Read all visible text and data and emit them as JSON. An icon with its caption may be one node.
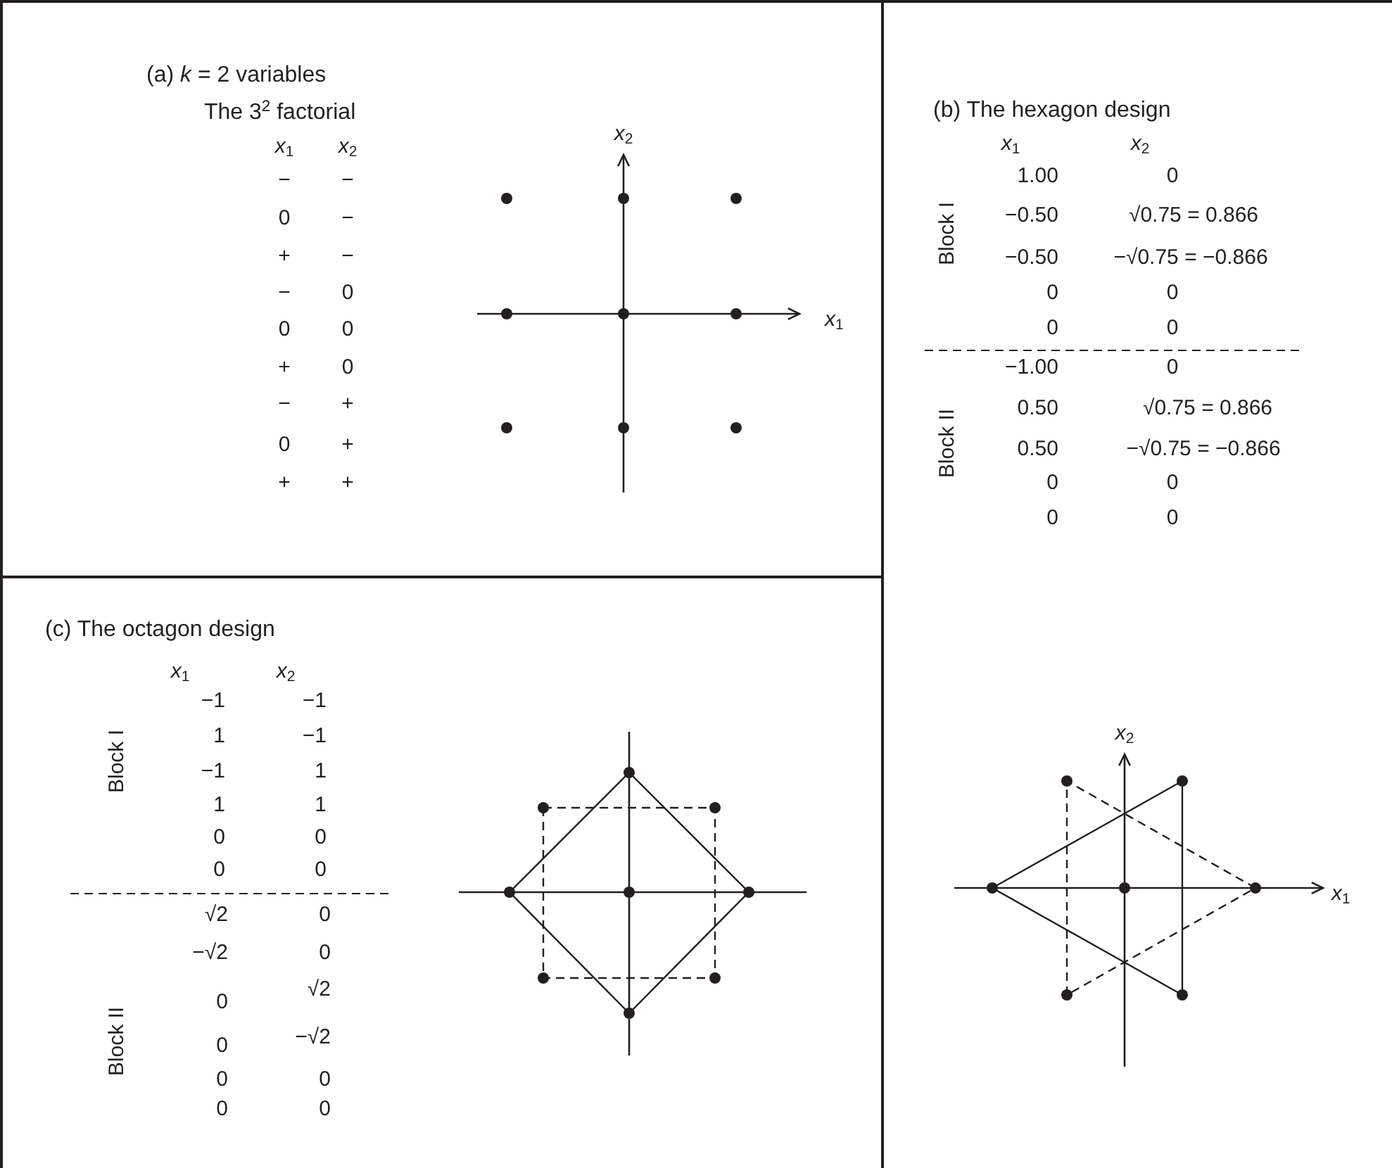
{
  "diagram": {
    "nodes": [
      {
        "text": [
          "(a) *k* = 2 variables",
          "The 3$^{2}$ factorial"
        ]
      },
      {
        "text": [
          "(b) The hexagon design"
        ]
      },
      {
        "text": [
          "(c) The octagon design"
        ]
      }
    ],
    "labels": [
      "*x*$_{1}$",
      "*x*$_{2}$",
      "−",
      "−",
      "0",
      "−",
      "+",
      "−",
      "−",
      "0",
      "0",
      "0",
      "+",
      "0",
      "−",
      "+",
      "0",
      "+",
      "+",
      "+",
      "*x*$_{2}$",
      "*x*$_{1}$",
      "*x*$_{1}$",
      "*x*$_{2}$",
      "Block I",
      "1.00",
      "0",
      "−0.50",
      "√0.75 = 0.866",
      "−0.50",
      "−√0.75 = −0.866",
      "0",
      "0",
      "0",
      "0",
      "Block II",
      "−1.00",
      "0",
      "0.50",
      "√0.75 = 0.866",
      "0.50",
      "−√0.75 = −0.866",
      "0",
      "0",
      "0",
      "0",
      "*x*$_{2}$",
      "*x*$_{1}$",
      "*x*$_{1}$",
      "*x*$_{2}$",
      "Block I",
      "−1",
      "−1",
      "1",
      "−1",
      "−1",
      "1",
      "1",
      "1",
      "0",
      "0",
      "0",
      "0",
      "Block II",
      "√2",
      "0",
      "−√2",
      "0",
      "0",
      "√2",
      "0",
      "−√2",
      "0",
      "0",
      "0",
      "0"
    ]
  }
}
